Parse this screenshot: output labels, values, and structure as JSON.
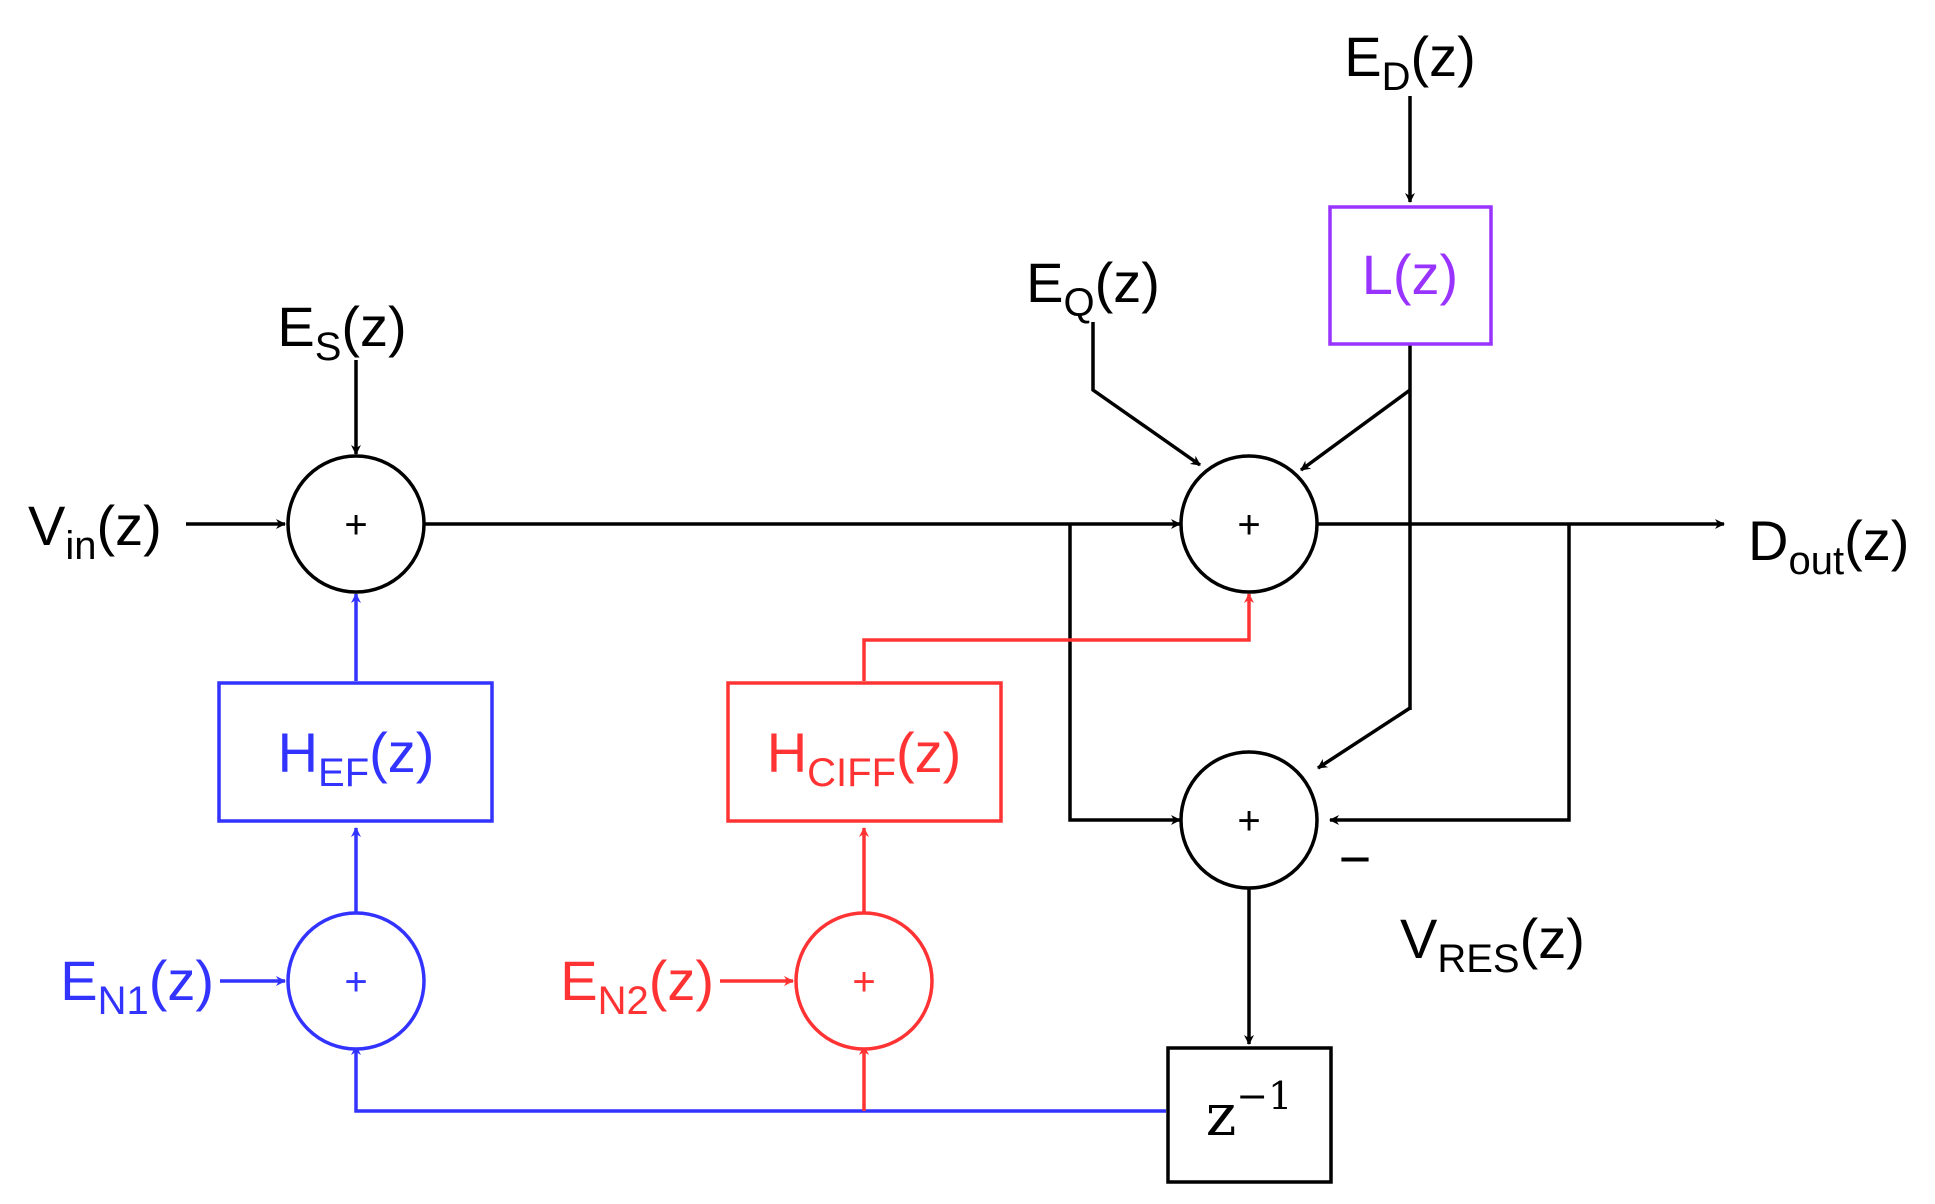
{
  "colors": {
    "black": "#000000",
    "blue": "#3333ff",
    "red": "#ff3333",
    "purple": "#9933ff"
  },
  "signals": {
    "ed": {
      "main": "E",
      "sub": "D",
      "tail": "(z)"
    },
    "eq": {
      "main": "E",
      "sub": "Q",
      "tail": "(z)"
    },
    "es": {
      "main": "E",
      "sub": "S",
      "tail": "(z)"
    },
    "vin": {
      "main": "V",
      "sub": "in",
      "tail": "(z)"
    },
    "dout": {
      "main": "D",
      "sub": "out",
      "tail": "(z)"
    },
    "vres": {
      "main": "V",
      "sub": "RES",
      "tail": "(z)"
    },
    "en1": {
      "main": "E",
      "sub": "N1",
      "tail": "(z)"
    },
    "en2": {
      "main": "E",
      "sub": "N2",
      "tail": "(z)"
    }
  },
  "blocks": {
    "lz": "L(z)",
    "hef": {
      "main": "H",
      "sub": "EF",
      "tail": "(z)"
    },
    "hciff": {
      "main": "H",
      "sub": "CIFF",
      "tail": "(z)"
    },
    "delay": {
      "main": "z",
      "exp": "−1"
    }
  },
  "summers": {
    "symbol": "+",
    "minus_sign": "−"
  }
}
